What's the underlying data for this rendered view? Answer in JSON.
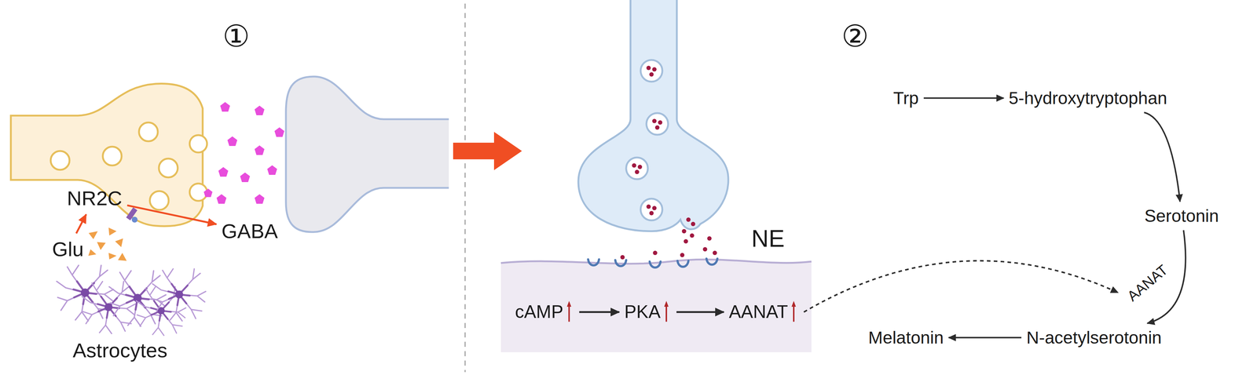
{
  "diagram": {
    "nodes": [
      {
        "text": [
          "NR2C"
        ]
      },
      {
        "text": [
          "Glu"
        ]
      },
      {
        "text": [
          "GABA"
        ]
      },
      {
        "text": [
          "cAMP"
        ]
      },
      {
        "text": [
          "PKA"
        ]
      },
      {
        "text": [
          "AANAT"
        ]
      },
      {
        "text": [
          "Trp"
        ]
      },
      {
        "text": [
          "5-hydroxytryptophan"
        ]
      },
      {
        "text": [
          "Serotonin"
        ]
      },
      {
        "text": [
          "N-acetylserotonin"
        ]
      },
      {
        "text": [
          "Melatonin"
        ]
      }
    ],
    "edges": [
      {
        "from": 1,
        "to": 0,
        "arrow": "to"
      },
      {
        "from": 0,
        "to": 2,
        "arrow": "to"
      },
      {
        "from": 3,
        "to": 4,
        "arrow": "to"
      },
      {
        "from": 4,
        "to": 5,
        "arrow": "to"
      },
      {
        "from": 6,
        "to": 7,
        "arrow": "to"
      },
      {
        "from": 7,
        "to": 8,
        "arrow": "to"
      },
      {
        "from": 8,
        "to": 9,
        "label": "AANAT",
        "arrow": "to"
      },
      {
        "from": 9,
        "to": 10,
        "arrow": "to"
      }
    ],
    "labels": [
      "①",
      "②",
      "NE",
      "Astrocytes"
    ]
  }
}
